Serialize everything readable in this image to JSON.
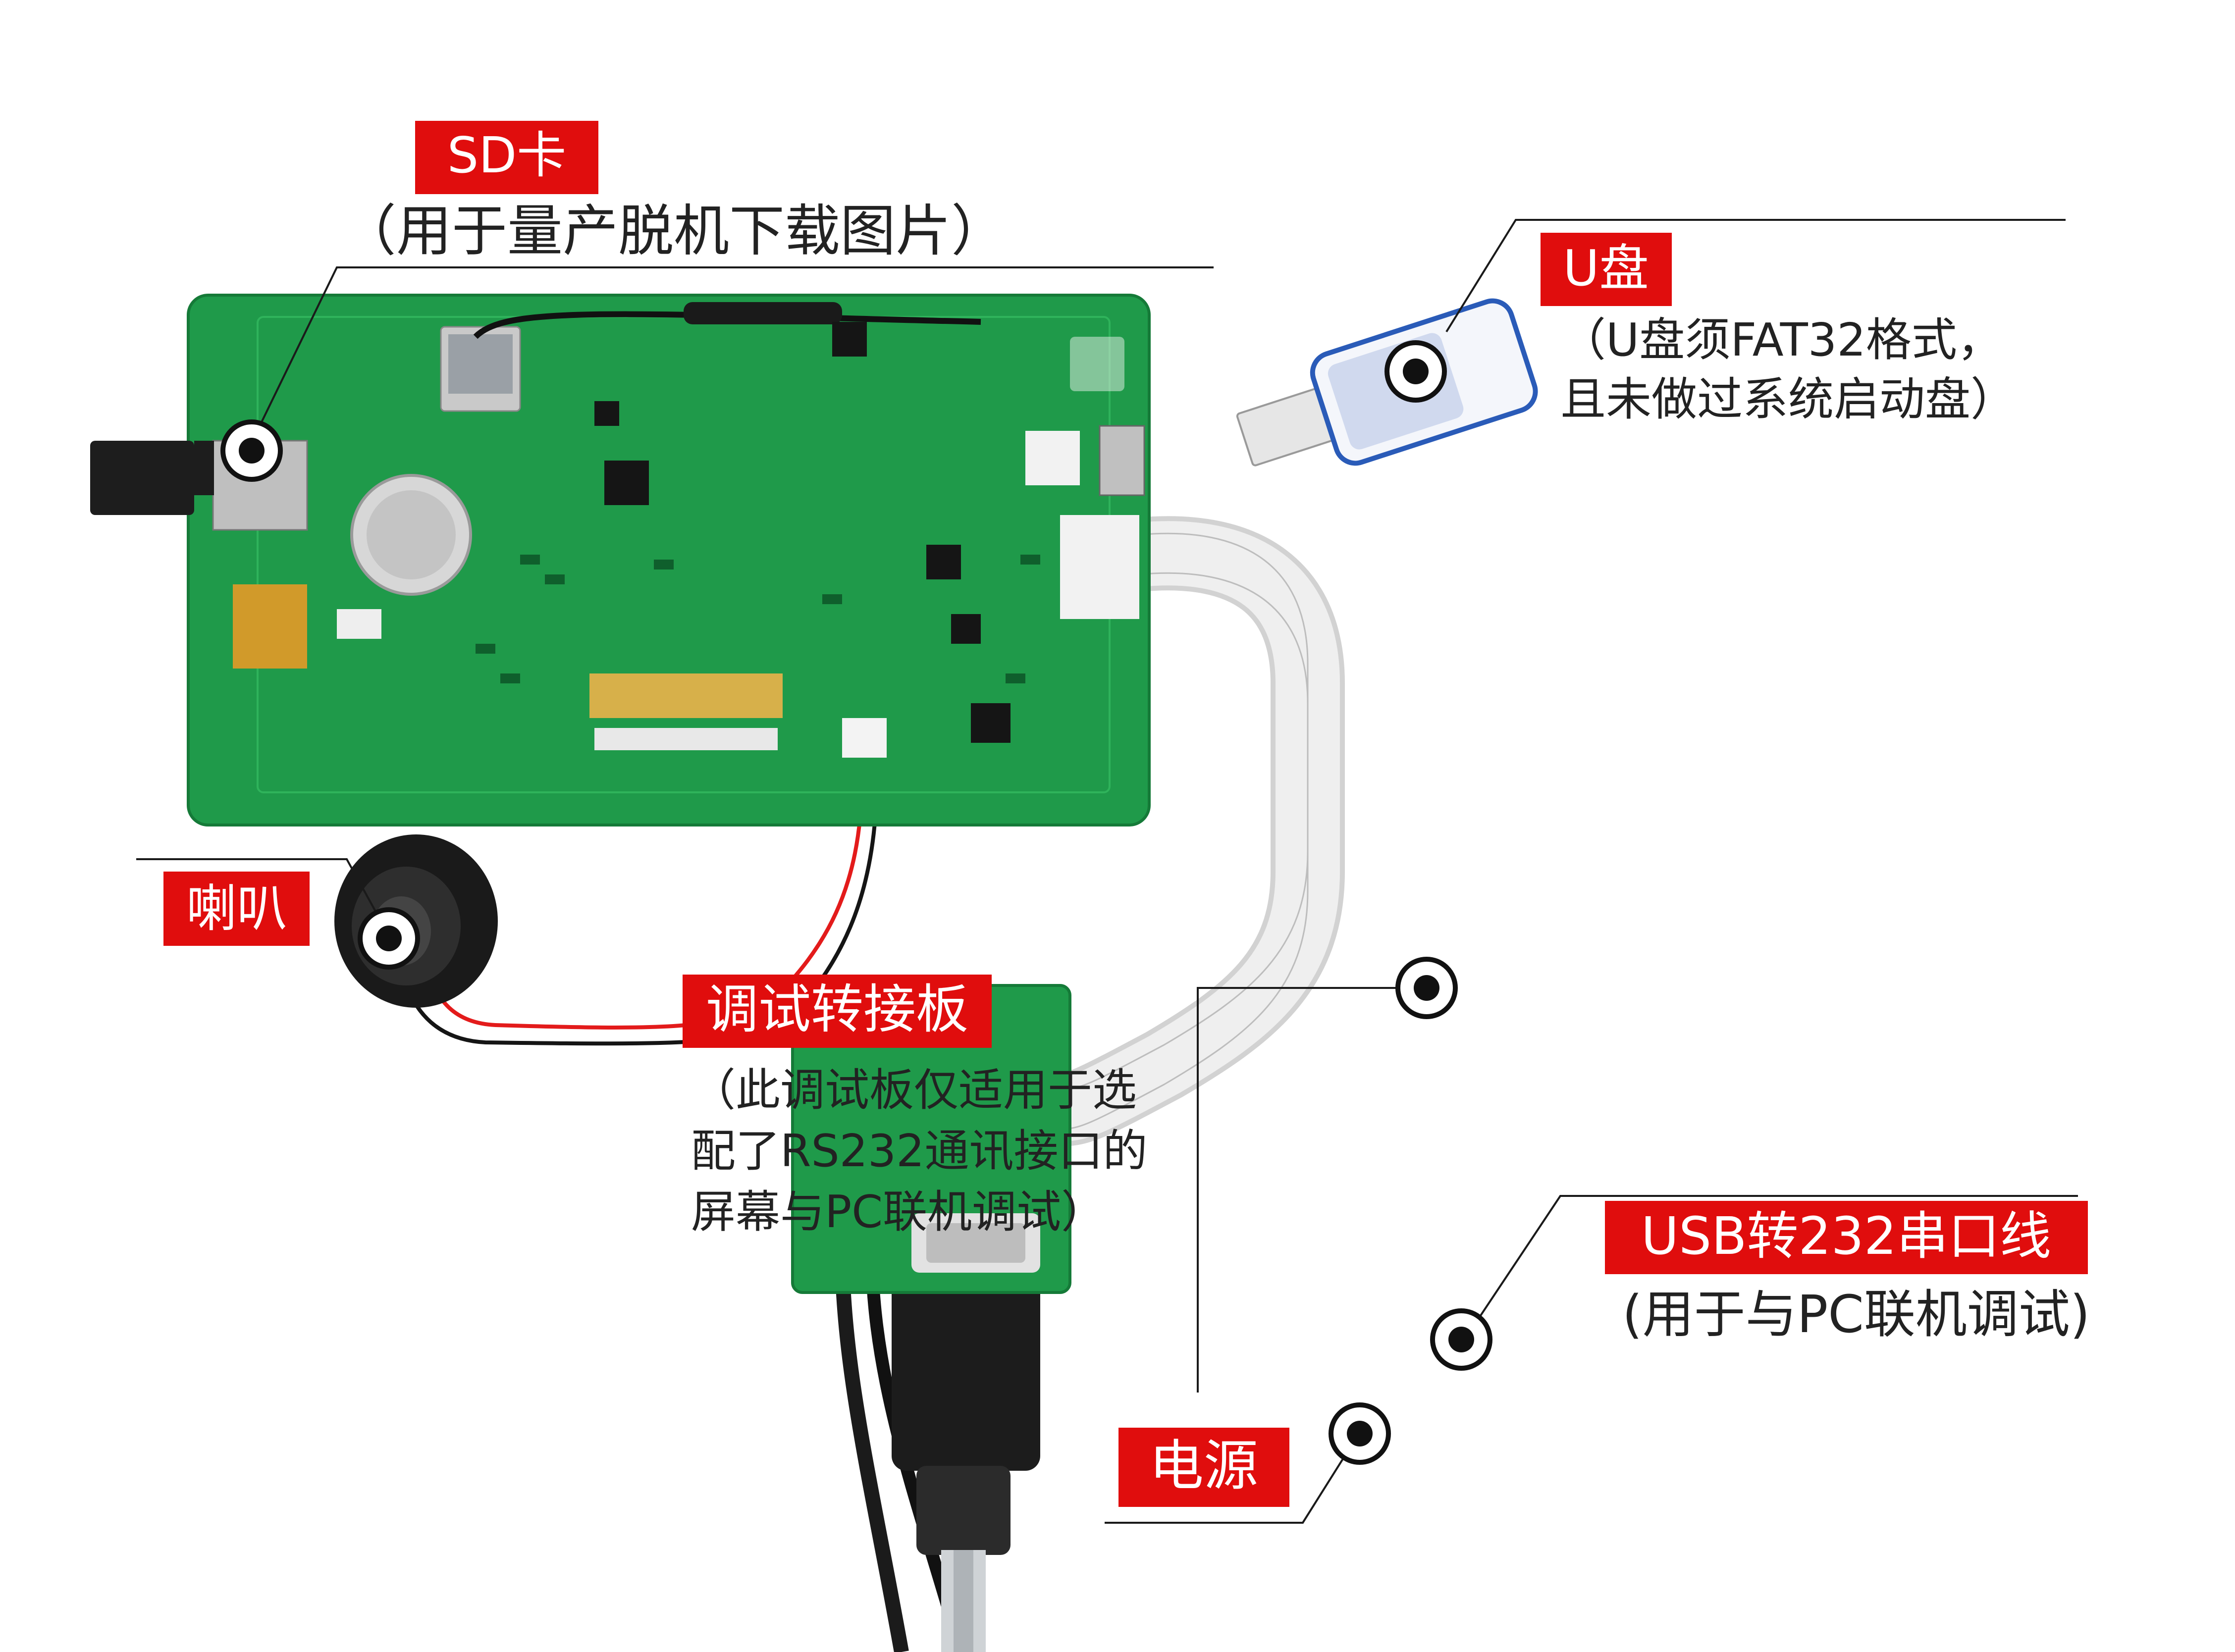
{
  "colors": {
    "label_red": "#e00d0d",
    "pcb_green": "#1f9a4a",
    "pcb_dark": "#157a38",
    "ribbon": "#e6e6e6",
    "usb_blue": "#2a5bb8"
  },
  "labels": {
    "sd_card": {
      "title": "SD卡",
      "note": "（用于量产脱机下载图片）"
    },
    "u_disk": {
      "title": "U盘",
      "note_line1": "（U盘须FAT32格式，",
      "note_line2": "且未做过系统启动盘）"
    },
    "speaker": {
      "title": "喇叭"
    },
    "debug_board": {
      "title": "调试转接板",
      "note_line1": "（此调试板仅适用于选",
      "note_line2": "配了RS232通讯接口的",
      "note_line3": "屏幕与PC联机调试）"
    },
    "usb_serial": {
      "title": "USB转232串口线",
      "note": "(用于与PC联机调试)"
    },
    "power": {
      "title": "电源"
    }
  },
  "icons": [
    "marker-dot-icon",
    "wifi-icon",
    "speaker-icon",
    "usb-drive-icon"
  ]
}
